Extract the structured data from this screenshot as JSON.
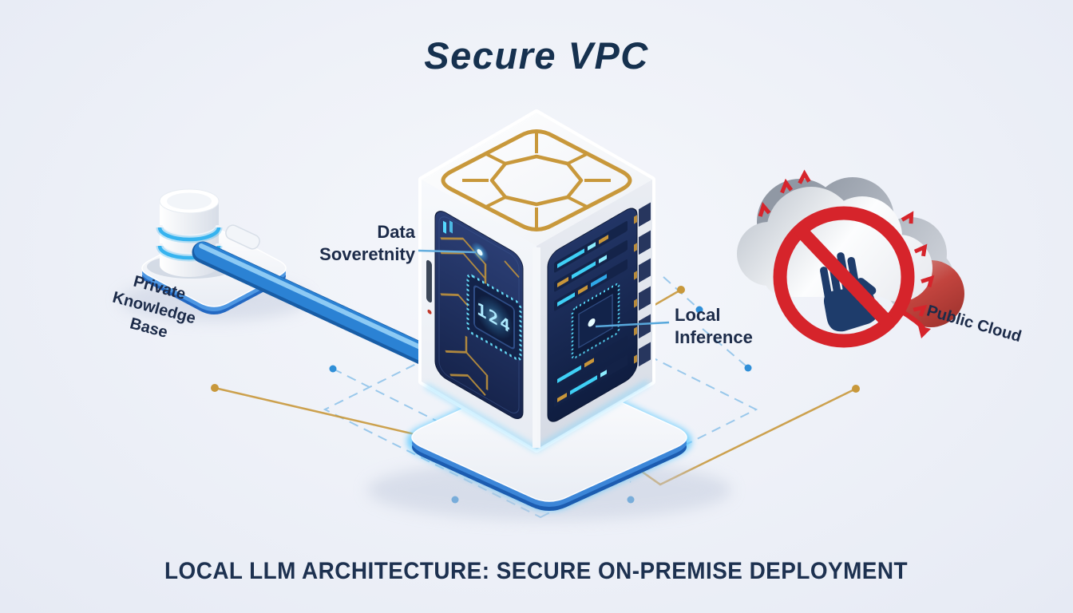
{
  "title": "Secure VPC",
  "caption": "LOCAL LLM ARCHITECTURE: SECURE ON-PREMISE DEPLOYMENT",
  "labels": {
    "private_knowledge_base": {
      "line1": "Private",
      "line2": "Knowledge",
      "line3": "Base"
    },
    "data_sovereignty": {
      "line1": "Data",
      "line2": "Soveretnity"
    },
    "local_inference": {
      "line1": "Local",
      "line2": "Inference"
    },
    "public_cloud": "Public Cloud"
  },
  "server": {
    "chip_display": "124"
  },
  "icons": {
    "database": "database-icon",
    "server_tower": "server-tower-icon",
    "pipe": "data-pipe-connector",
    "cloud": "cloud-icon",
    "prohibition": "prohibition-icon",
    "hand": "stop-hand-icon"
  },
  "colors": {
    "background": "#eef1f8",
    "title_navy": "#16314f",
    "label_navy": "#1c2b49",
    "panel_navy": "#1d2c55",
    "accent_blue": "#2e86d8",
    "glow_cyan": "#56d2ff",
    "circuit_gold": "#c8983b",
    "alert_red": "#d6242b",
    "hand_navy": "#1e3c6b"
  }
}
